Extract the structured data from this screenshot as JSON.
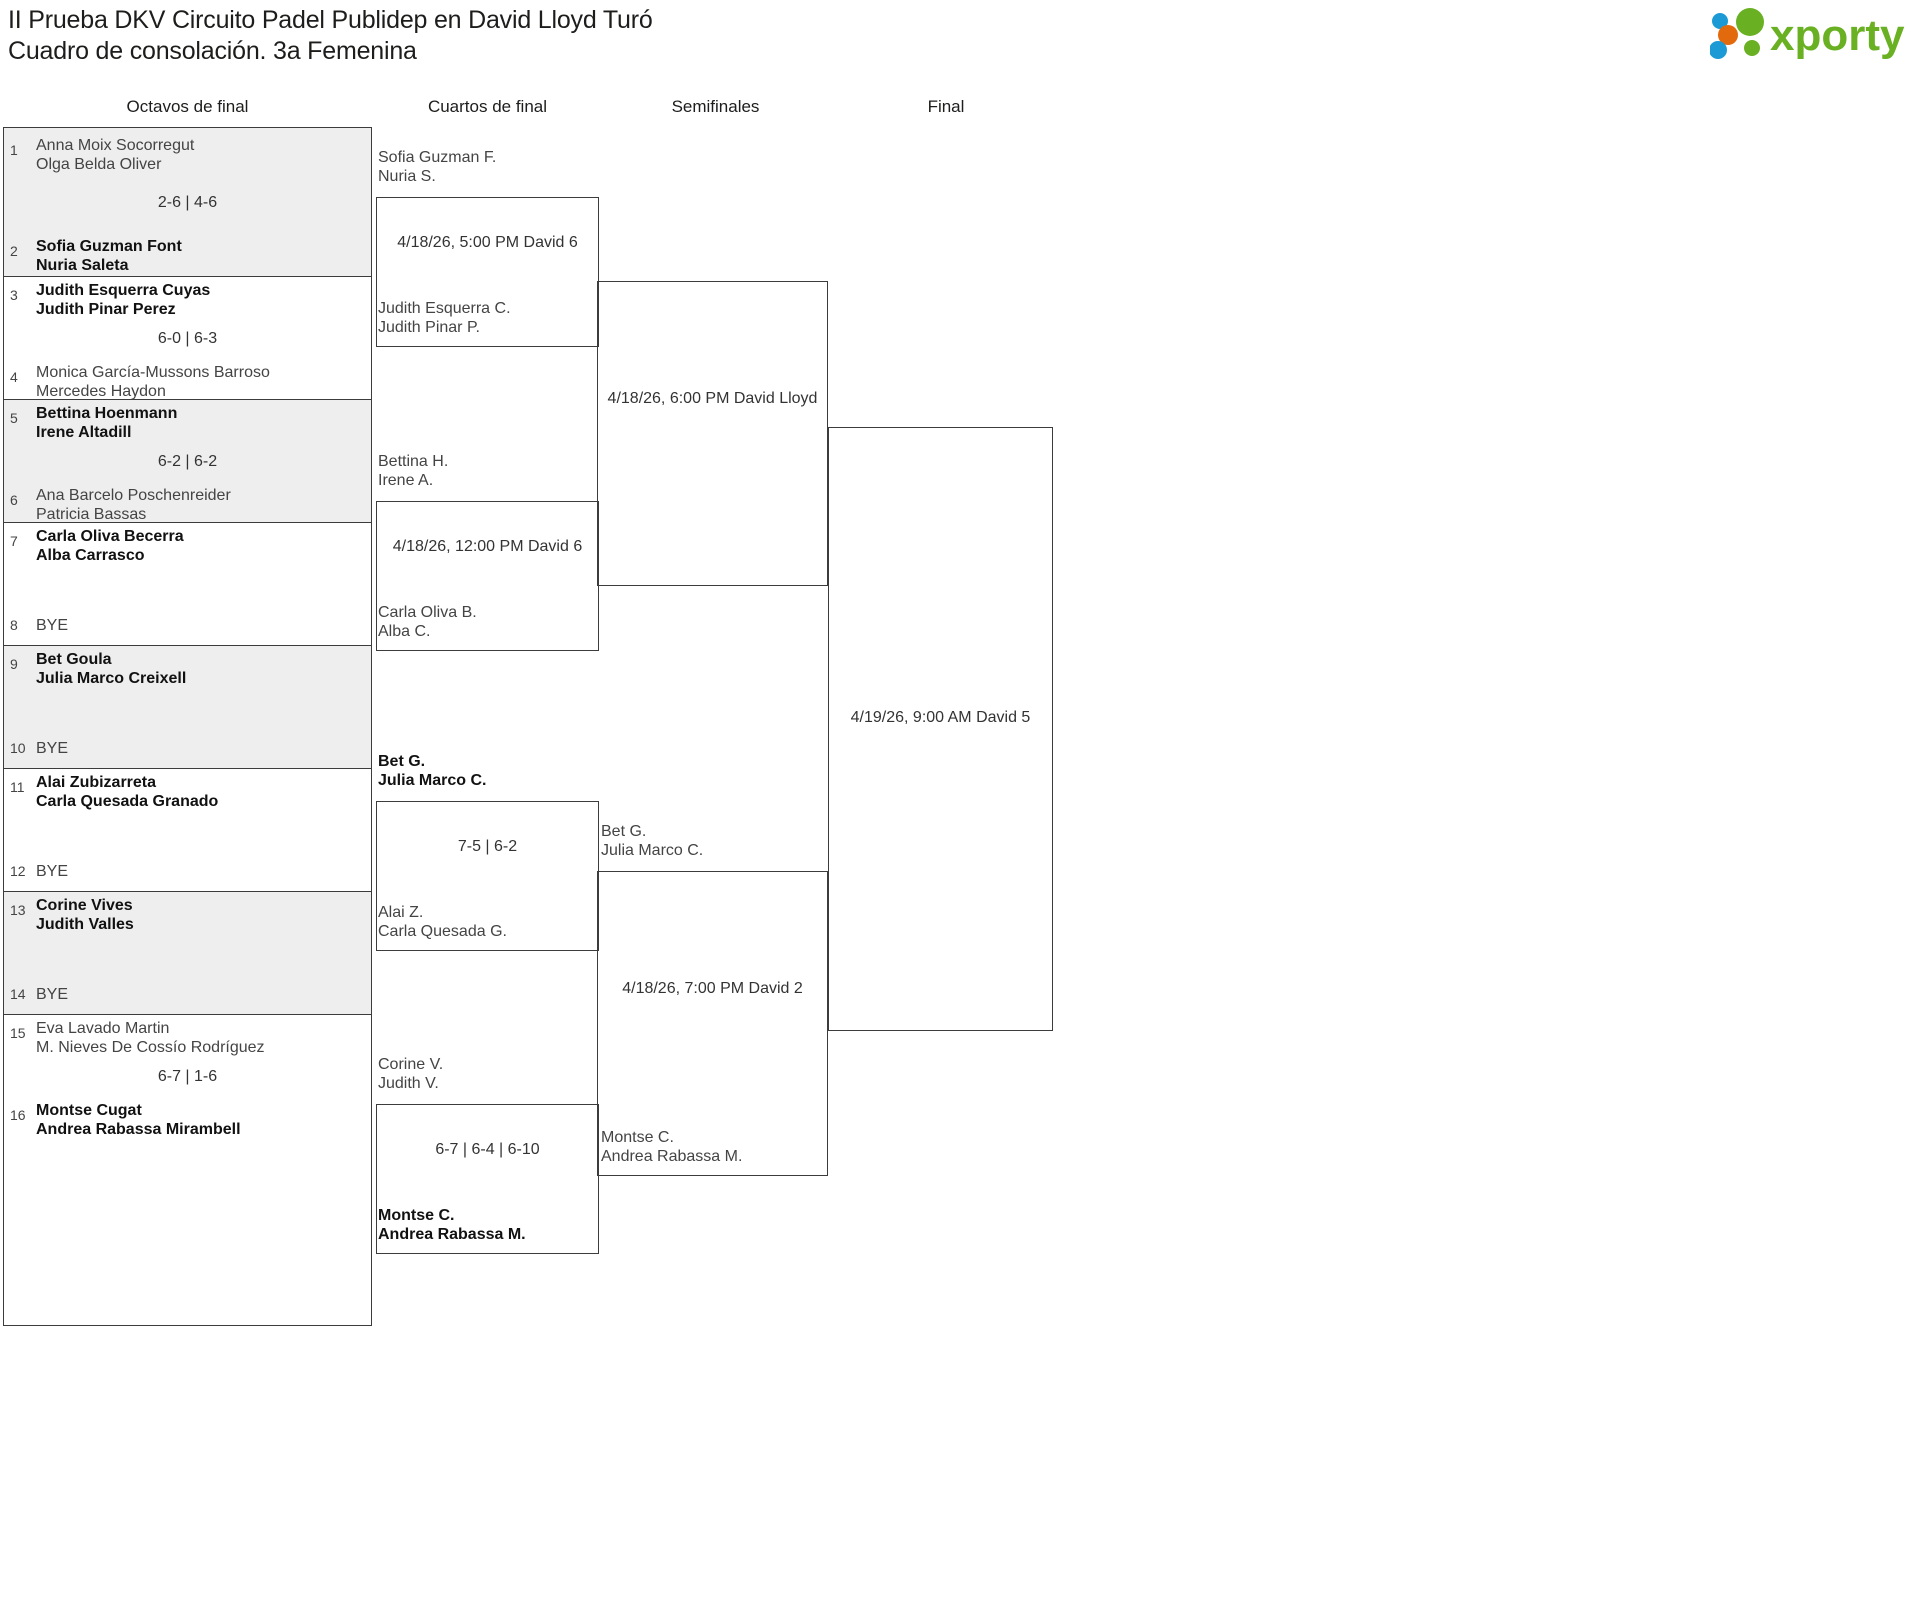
{
  "header": {
    "title_line1": "II Prueba DKV Circuito Padel Publidep en David Lloyd Turó",
    "title_line2": "Cuadro de consolación. 3a Femenina",
    "logo_text": "xporty",
    "logo_colors": {
      "green": "#6ab023",
      "blue": "#1b9ad6",
      "orange": "#e2690c"
    }
  },
  "rounds": [
    {
      "label": "Octavos de final"
    },
    {
      "label": "Cuartos de final"
    },
    {
      "label": "Semifinales"
    },
    {
      "label": "Final"
    }
  ],
  "octavos": [
    {
      "seed_top": "1",
      "seed_bottom": "2",
      "top": [
        "Anna Moix Socorregut",
        "Olga Belda Oliver"
      ],
      "bottom": [
        "Sofia Guzman Font",
        "Nuria Saleta"
      ],
      "score": "2-6 | 4-6",
      "winner": "bottom",
      "shaded": true
    },
    {
      "seed_top": "3",
      "seed_bottom": "4",
      "top": [
        "Judith Esquerra Cuyas",
        "Judith Pinar Perez"
      ],
      "bottom": [
        "Monica García-Mussons Barroso",
        "Mercedes Haydon"
      ],
      "score": "6-0 | 6-3",
      "winner": "top",
      "shaded": false
    },
    {
      "seed_top": "5",
      "seed_bottom": "6",
      "top": [
        "Bettina Hoenmann",
        "Irene Altadill"
      ],
      "bottom": [
        "Ana Barcelo Poschenreider",
        "Patricia Bassas"
      ],
      "score": "6-2 | 6-2",
      "winner": "top",
      "shaded": true
    },
    {
      "seed_top": "7",
      "seed_bottom": "8",
      "top": [
        "Carla Oliva Becerra",
        "Alba Carrasco"
      ],
      "bottom": [
        "BYE"
      ],
      "score": "",
      "winner": "top",
      "shaded": false
    },
    {
      "seed_top": "9",
      "seed_bottom": "10",
      "top": [
        "Bet Goula",
        "Julia Marco Creixell"
      ],
      "bottom": [
        "BYE"
      ],
      "score": "",
      "winner": "top",
      "shaded": true
    },
    {
      "seed_top": "11",
      "seed_bottom": "12",
      "top": [
        "Alai Zubizarreta",
        "Carla Quesada Granado"
      ],
      "bottom": [
        "BYE"
      ],
      "score": "",
      "winner": "top",
      "shaded": false
    },
    {
      "seed_top": "13",
      "seed_bottom": "14",
      "top": [
        "Corine Vives",
        "Judith Valles"
      ],
      "bottom": [
        "BYE"
      ],
      "score": "",
      "winner": "top",
      "shaded": true
    },
    {
      "seed_top": "15",
      "seed_bottom": "16",
      "top": [
        "Eva Lavado Martin",
        "M. Nieves De Cossío Rodríguez"
      ],
      "bottom": [
        "Montse Cugat",
        "Andrea Rabassa Mirambell"
      ],
      "score": "6-7 | 1-6",
      "winner": "bottom",
      "shaded": false
    }
  ],
  "cuartos": [
    {
      "top": [
        "Sofia Guzman F.",
        "Nuria S."
      ],
      "bottom": [
        "Judith Esquerra C.",
        "Judith Pinar P."
      ],
      "label": "4/18/26, 5:00 PM David 6",
      "winner": "none"
    },
    {
      "top": [
        "Bettina H.",
        "Irene A."
      ],
      "bottom": [
        "Carla Oliva B.",
        "Alba C."
      ],
      "label": "4/18/26, 12:00 PM David 6",
      "winner": "none"
    },
    {
      "top": [
        "Bet G.",
        "Julia Marco C."
      ],
      "bottom": [
        "Alai Z.",
        "Carla Quesada G."
      ],
      "label": "7-5 | 6-2",
      "winner": "top"
    },
    {
      "top": [
        "Corine V.",
        "Judith V."
      ],
      "bottom": [
        "Montse C.",
        "Andrea Rabassa M."
      ],
      "label": "6-7 | 6-4 | 6-10",
      "winner": "bottom"
    }
  ],
  "semifinales": [
    {
      "top": [
        "",
        ""
      ],
      "bottom": [
        "",
        ""
      ],
      "label": "4/18/26, 6:00 PM David Lloyd",
      "winner": "none"
    },
    {
      "top": [
        "Bet G.",
        "Julia Marco C."
      ],
      "bottom": [
        "Montse C.",
        "Andrea Rabassa M."
      ],
      "label": "4/18/26, 7:00 PM David 2",
      "winner": "none"
    }
  ],
  "final": {
    "top": [
      "",
      ""
    ],
    "bottom": [
      "",
      ""
    ],
    "label": "4/19/26, 9:00 AM David 5",
    "winner": "none"
  }
}
